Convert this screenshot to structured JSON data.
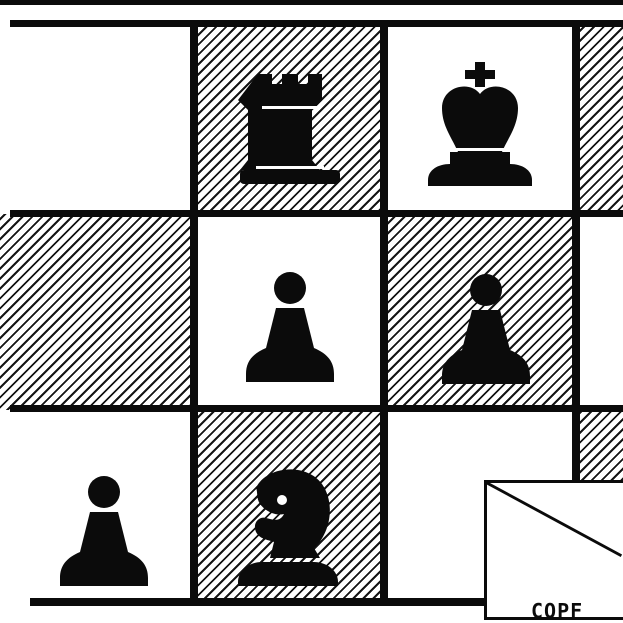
{
  "board": {
    "description_rows": [
      [
        "light",
        "dark",
        "light",
        "dark"
      ],
      [
        "dark",
        "light",
        "dark",
        "light"
      ],
      [
        "light",
        "dark",
        "light",
        "dark"
      ]
    ],
    "pieces": [
      {
        "row": 0,
        "col": 1,
        "type": "rook",
        "color": "black"
      },
      {
        "row": 0,
        "col": 2,
        "type": "king",
        "color": "black"
      },
      {
        "row": 1,
        "col": 1,
        "type": "pawn",
        "color": "black"
      },
      {
        "row": 1,
        "col": 2,
        "type": "pawn",
        "color": "black"
      },
      {
        "row": 2,
        "col": 0,
        "type": "pawn",
        "color": "black"
      },
      {
        "row": 2,
        "col": 1,
        "type": "knight",
        "color": "black"
      }
    ]
  },
  "corner_panel": {
    "label": "COPF",
    "icon": "folded-paper-icon"
  },
  "colors": {
    "ink": "#0b0b0b",
    "paper": "#ffffff"
  }
}
